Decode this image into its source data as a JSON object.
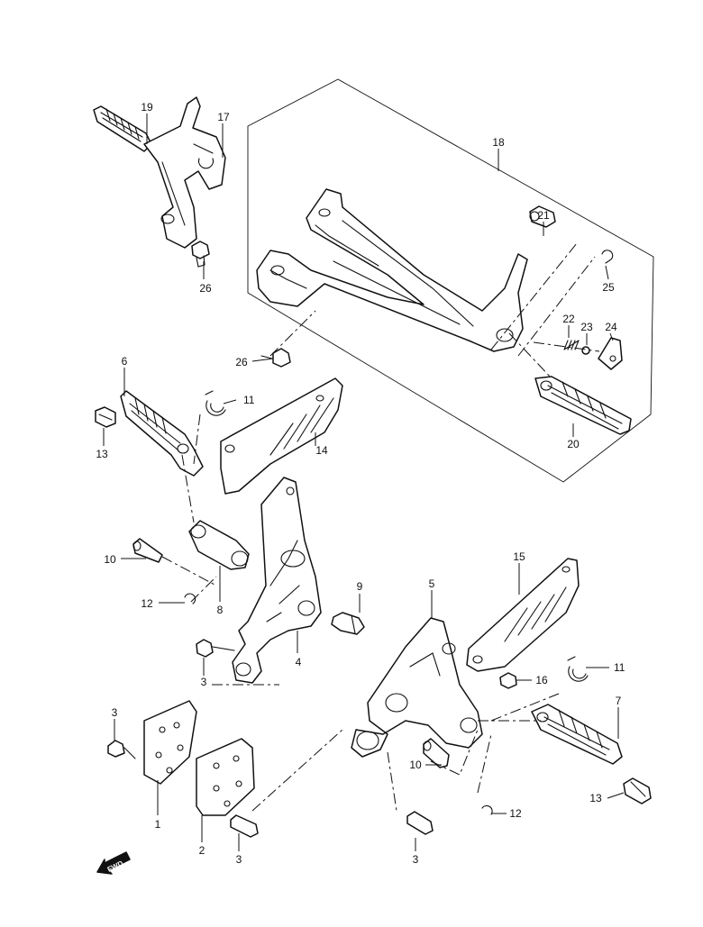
{
  "callouts": [
    {
      "id": "c1",
      "text": "1"
    },
    {
      "id": "c2",
      "text": "2"
    },
    {
      "id": "c3a",
      "text": "3"
    },
    {
      "id": "c3b",
      "text": "3"
    },
    {
      "id": "c3c",
      "text": "3"
    },
    {
      "id": "c3d",
      "text": "3"
    },
    {
      "id": "c4",
      "text": "4"
    },
    {
      "id": "c5",
      "text": "5"
    },
    {
      "id": "c6",
      "text": "6"
    },
    {
      "id": "c7",
      "text": "7"
    },
    {
      "id": "c8",
      "text": "8"
    },
    {
      "id": "c9",
      "text": "9"
    },
    {
      "id": "c10a",
      "text": "10"
    },
    {
      "id": "c10b",
      "text": "10"
    },
    {
      "id": "c11a",
      "text": "11"
    },
    {
      "id": "c11b",
      "text": "11"
    },
    {
      "id": "c12a",
      "text": "12"
    },
    {
      "id": "c12b",
      "text": "12"
    },
    {
      "id": "c13a",
      "text": "13"
    },
    {
      "id": "c13b",
      "text": "13"
    },
    {
      "id": "c14",
      "text": "14"
    },
    {
      "id": "c15",
      "text": "15"
    },
    {
      "id": "c16",
      "text": "16"
    },
    {
      "id": "c17",
      "text": "17"
    },
    {
      "id": "c18",
      "text": "18"
    },
    {
      "id": "c19",
      "text": "19"
    },
    {
      "id": "c20",
      "text": "20"
    },
    {
      "id": "c21",
      "text": "21"
    },
    {
      "id": "c22",
      "text": "22"
    },
    {
      "id": "c23",
      "text": "23"
    },
    {
      "id": "c24",
      "text": "24"
    },
    {
      "id": "c25",
      "text": "25"
    },
    {
      "id": "c26a",
      "text": "26"
    },
    {
      "id": "c26b",
      "text": "26"
    }
  ],
  "fwd_indicator": {
    "text": "FWD",
    "icon": "forward-arrow-icon"
  }
}
